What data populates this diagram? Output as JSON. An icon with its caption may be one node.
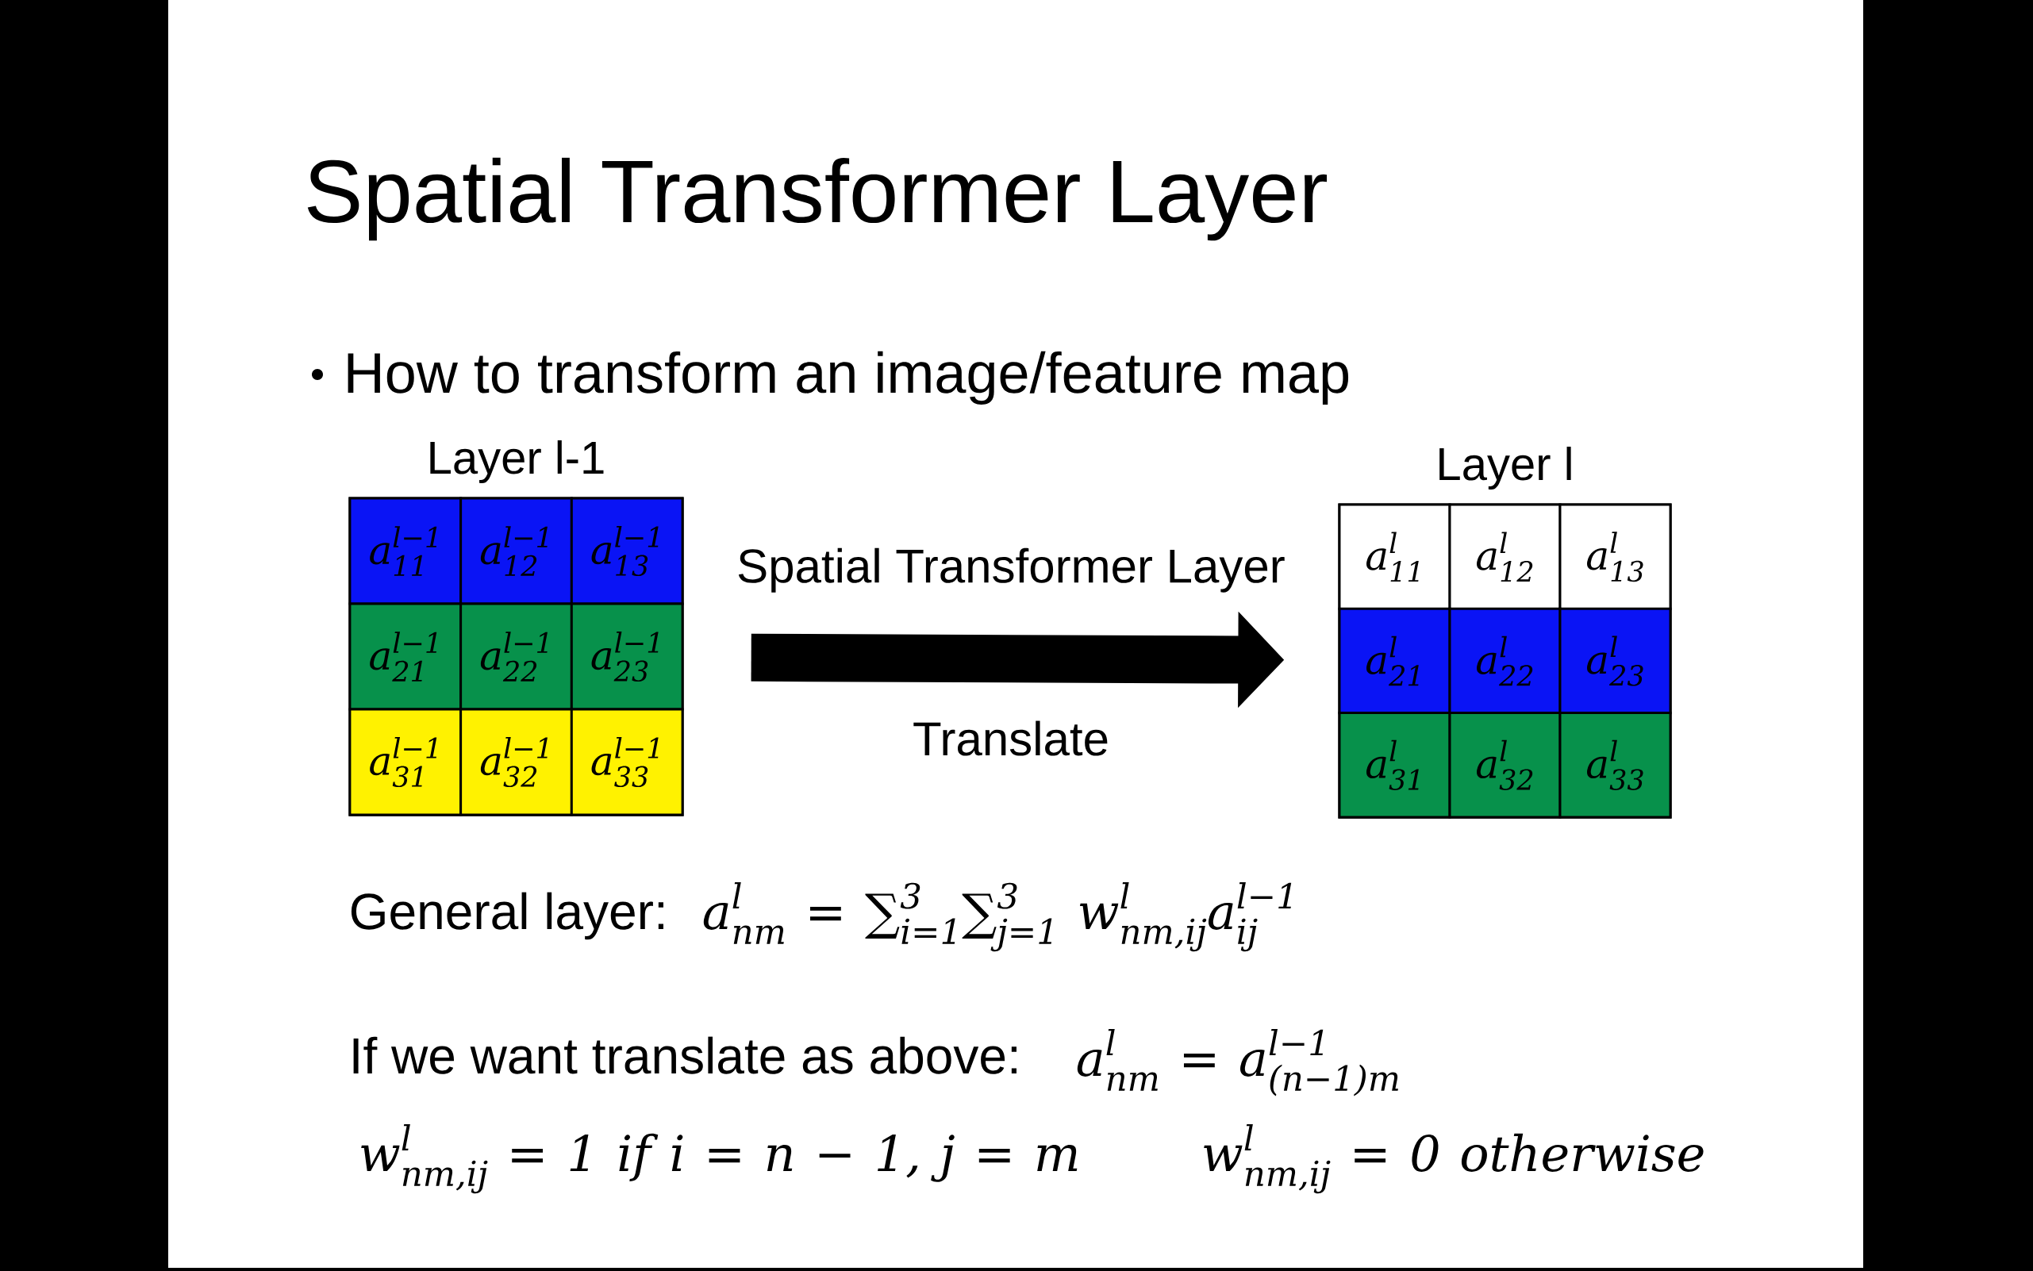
{
  "diagram": {
    "title": "Spatial Transformer Layer",
    "nodes": [
      {
        "text": [
          "Layer l-1"
        ]
      },
      {
        "text": [
          "a$^{l−1}$$_{11}$"
        ],
        "in": 0
      },
      {
        "text": [
          "a$^{l−1}$$_{12}$"
        ],
        "in": 0
      },
      {
        "text": [
          "a$^{l−1}$$_{13}$"
        ],
        "in": 0
      },
      {
        "text": [
          "a$^{l−1}$$_{21}$"
        ],
        "in": 0
      },
      {
        "text": [
          "a$^{l−1}$$_{22}$"
        ],
        "in": 0
      },
      {
        "text": [
          "a$^{l−1}$$_{23}$"
        ],
        "in": 0
      },
      {
        "text": [
          "a$^{l−1}$$_{31}$"
        ],
        "in": 0
      },
      {
        "text": [
          "a$^{l−1}$$_{32}$"
        ],
        "in": 0
      },
      {
        "text": [
          "a$^{l−1}$$_{33}$"
        ],
        "in": 0
      },
      {
        "text": [
          "Layer l"
        ]
      },
      {
        "text": [
          "a$^{l}$$_{11}$"
        ],
        "in": 10
      },
      {
        "text": [
          "a$^{l}$$_{12}$"
        ],
        "in": 10
      },
      {
        "text": [
          "a$^{l}$$_{13}$"
        ],
        "in": 10
      },
      {
        "text": [
          "a$^{l}$$_{21}$"
        ],
        "in": 10
      },
      {
        "text": [
          "a$^{l}$$_{22}$"
        ],
        "in": 10
      },
      {
        "text": [
          "a$^{l}$$_{23}$"
        ],
        "in": 10
      },
      {
        "text": [
          "a$^{l}$$_{31}$"
        ],
        "in": 10
      },
      {
        "text": [
          "a$^{l}$$_{32}$"
        ],
        "in": 10
      },
      {
        "text": [
          "a$^{l}$$_{33}$"
        ],
        "in": 10
      }
    ],
    "edges": [
      {
        "from": 0,
        "to": 10,
        "arrow": "to",
        "label": "Spatial Transformer Layer"
      }
    ],
    "labels": [
      "How to transform an image/feature map",
      "Translate",
      "General layer:",
      "a$^{l}$$_{nm}$ = ∑$^{3}$$_{i=1}$∑$^{3}$$_{j=1}$ w$^{l}$$_{nm,ij}$a$^{l−1}$$_{ij}$",
      "If we want translate as above:",
      "a$^{l}$$_{nm}$ = a$^{l−1}$$_{(n−1)m}$",
      "w$^{l}$$_{nm,ij}$ = 1 if i = n − 1, j = m",
      "w$^{l}$$_{nm,ij}$ = 0 otherwise"
    ]
  }
}
